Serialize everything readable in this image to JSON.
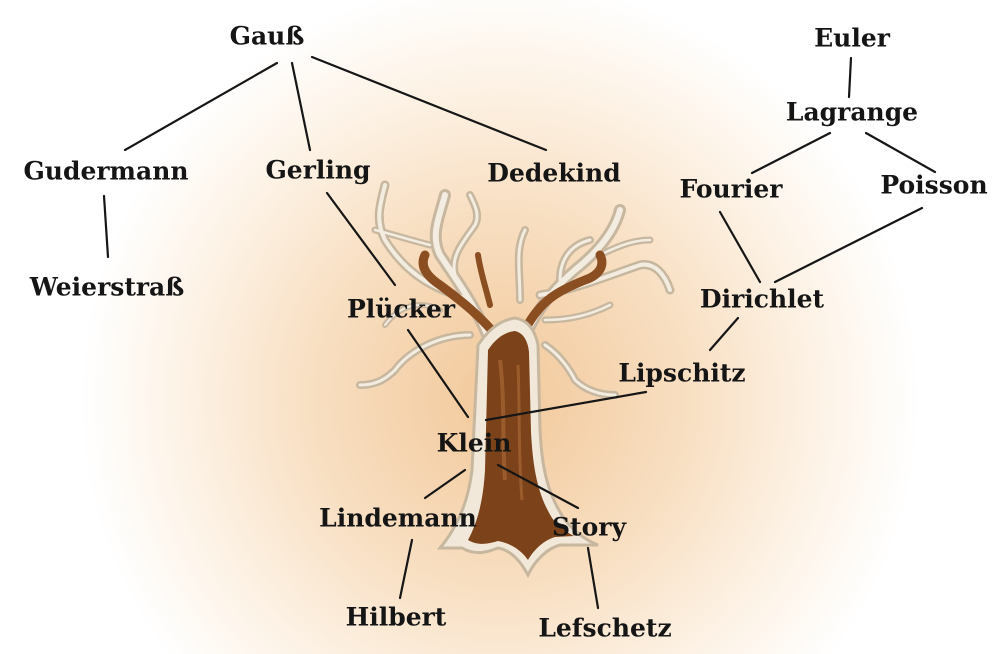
{
  "diagram": {
    "nodes": {
      "gauss": "Gauß",
      "euler": "Euler",
      "lagrange": "Lagrange",
      "gudermann": "Gudermann",
      "gerling": "Gerling",
      "dedekind": "Dedekind",
      "fourier": "Fourier",
      "poisson": "Poisson",
      "weierstrass": "Weierstraß",
      "pluecker": "Plücker",
      "dirichlet": "Dirichlet",
      "lipschitz": "Lipschitz",
      "klein": "Klein",
      "lindemann": "Lindemann",
      "story": "Story",
      "hilbert": "Hilbert",
      "lefschetz": "Lefschetz"
    }
  }
}
